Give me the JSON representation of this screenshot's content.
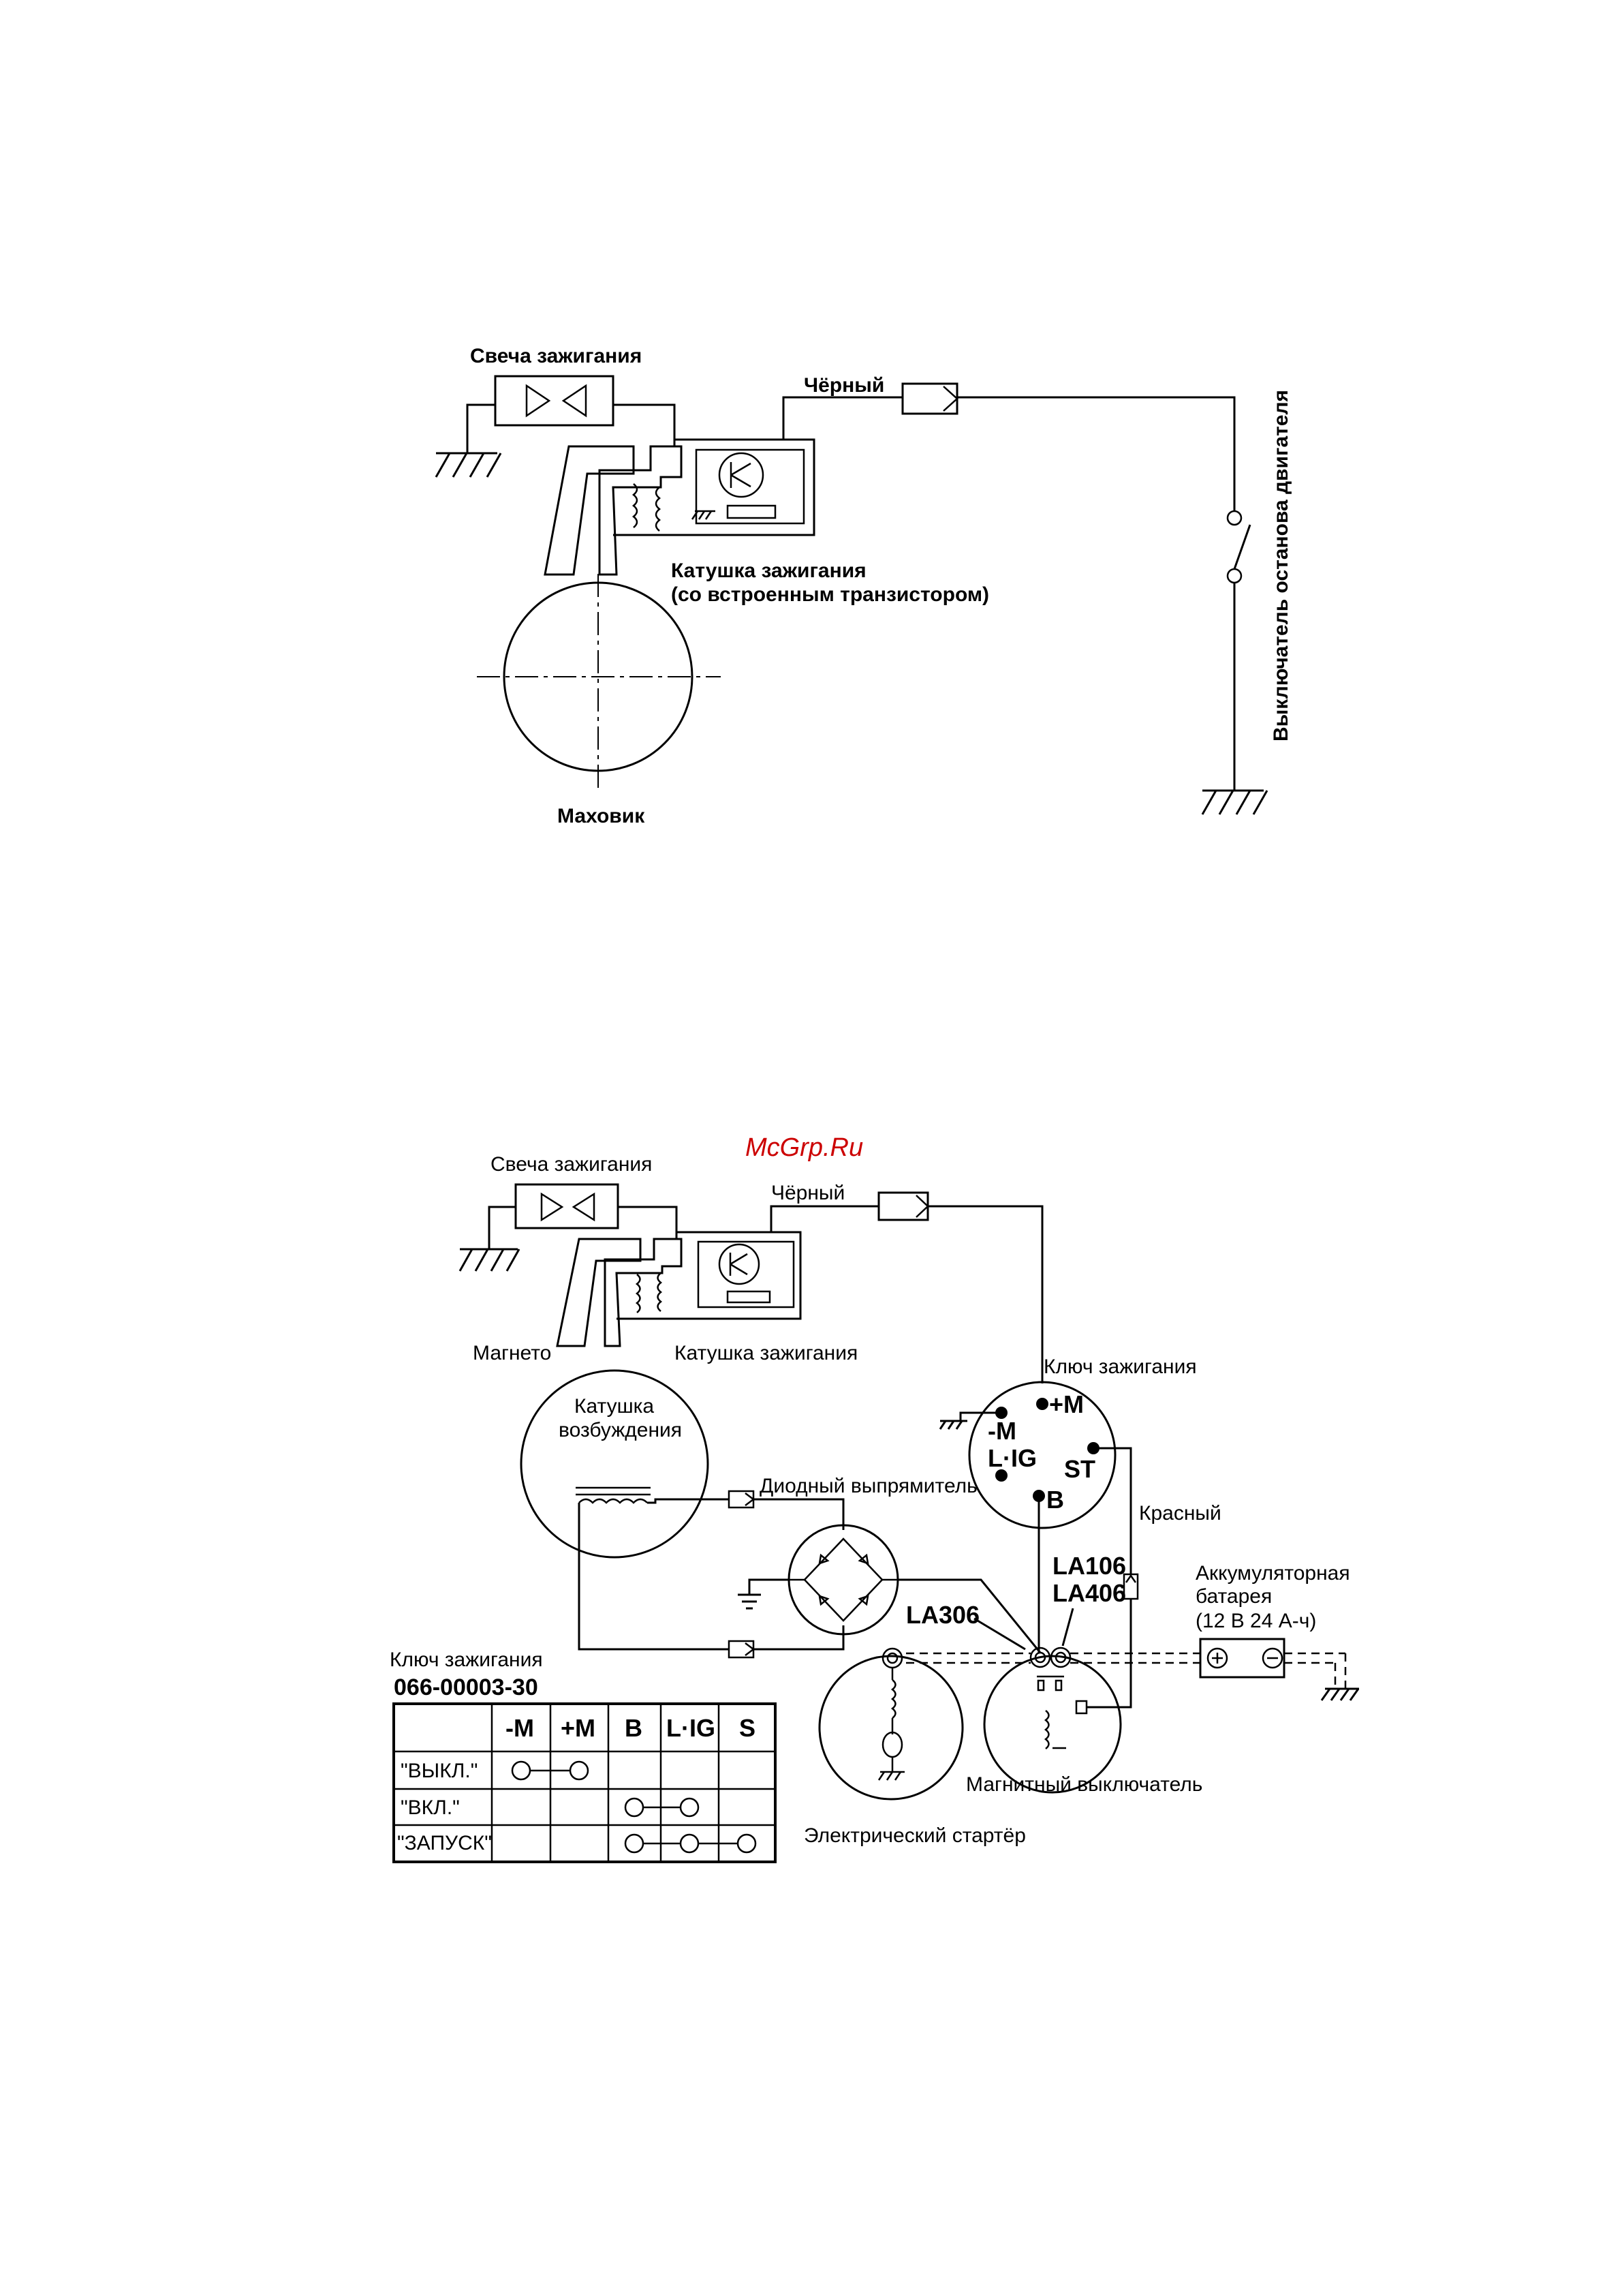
{
  "watermark": "McGrp.Ru",
  "diagram1": {
    "spark_plug": "Свеча зажигания",
    "black_wire": "Чёрный",
    "coil_line1": "Катушка зажигания",
    "coil_line2": "(со встроенным транзистором)",
    "stop_switch": "Выключатель останова двигателя",
    "flywheel": "Маховик"
  },
  "diagram2": {
    "spark_plug": "Свеча зажигания",
    "black_wire": "Чёрный",
    "magneto": "Магнето",
    "ignition_coil": "Катушка зажигания",
    "ignition_key": "Ключ зажигания",
    "exciter_line1": "Катушка",
    "exciter_line2": "возбуждения",
    "diode_rectifier": "Диодный выпрямитель",
    "red_wire": "Красный",
    "battery_line1": "Аккумуляторная",
    "battery_line2": "батарея",
    "battery_line3": "(12 В 24 А-ч)",
    "la106": "LA106",
    "la406": "LA406",
    "la306": "LA306",
    "magnetic_switch": "Магнитный выключатель",
    "electric_starter": "Электрический стартёр",
    "key_terminals": {
      "minus_m": "-M",
      "plus_m": "+M",
      "lig": "L·IG",
      "st": "ST",
      "b": "B"
    }
  },
  "key_table": {
    "title": "Ключ зажигания",
    "part_number": "066-00003-30",
    "columns": [
      "-M",
      "+M",
      "B",
      "L·IG",
      "S"
    ],
    "rows": [
      {
        "label": "\"ВЫКЛ.\"",
        "connected": [
          "-M",
          "+M"
        ]
      },
      {
        "label": "\"ВКЛ.\"",
        "connected": [
          "B",
          "L·IG"
        ]
      },
      {
        "label": "\"ЗАПУСК\"",
        "connected": [
          "B",
          "L·IG",
          "S"
        ]
      }
    ]
  }
}
